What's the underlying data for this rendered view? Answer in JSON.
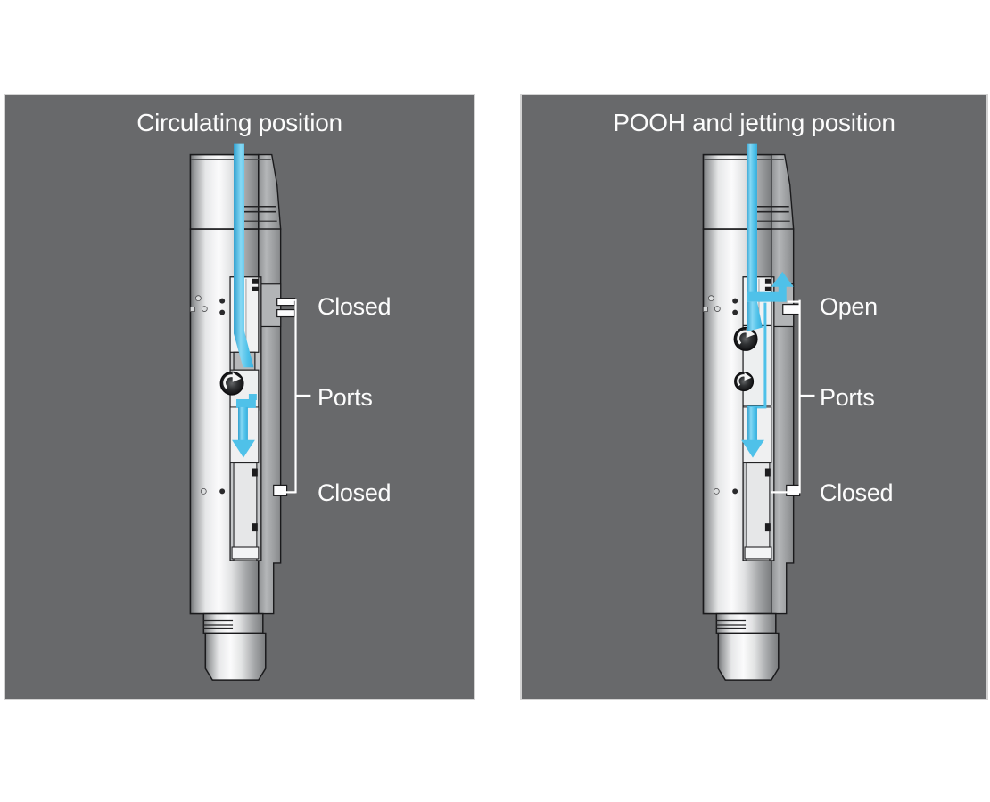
{
  "figure": {
    "type": "technical-diagram",
    "subject": "Downhole circulating/jetting sub cross-section shown in two operating positions",
    "colors": {
      "flow_blue": "#4FC1E9",
      "panel_background": "#68696B",
      "text": "#FCFCFC"
    },
    "icons": {
      "flow_down_arrow": "↓",
      "flow_out_up_arrow": "↑",
      "ball_valve": "●"
    },
    "panels": [
      {
        "id": "circulating",
        "title": "Circulating position",
        "flow": "fluid flows straight down through the bore",
        "labels": [
          {
            "text": "Closed",
            "target": "upper-ports"
          },
          {
            "text": "Ports",
            "target": "ports-bracket"
          },
          {
            "text": "Closed",
            "target": "lower-port"
          }
        ]
      },
      {
        "id": "pooh-jetting",
        "title": "POOH and jetting position",
        "flow": "fluid diverts out of the upper ports and jets upward",
        "labels": [
          {
            "text": "Open",
            "target": "upper-ports"
          },
          {
            "text": "Ports",
            "target": "ports-bracket"
          },
          {
            "text": "Closed",
            "target": "lower-port"
          }
        ]
      }
    ]
  }
}
